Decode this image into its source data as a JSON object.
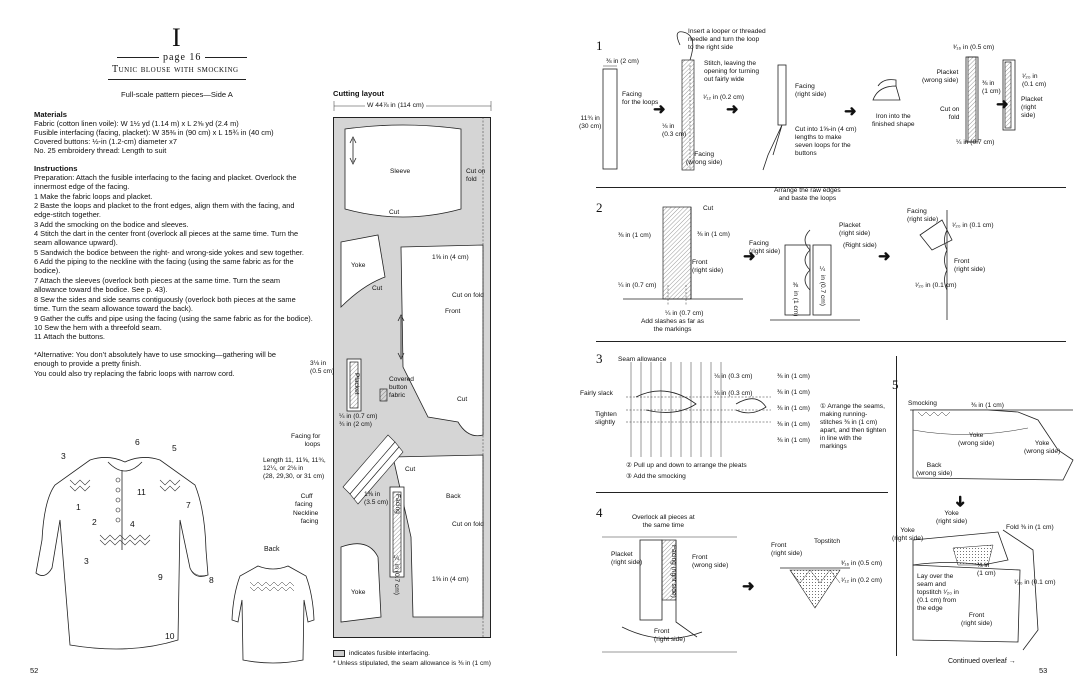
{
  "left_page": {
    "chapter": "I",
    "page_ref": "page 16",
    "title": "Tunic blouse with smocking",
    "subtitle": "Full-scale pattern pieces—Side A",
    "materials_heading": "Materials",
    "materials": [
      "Fabric (cotton linen voile): W 1½ yd (1.14 m) x L 2⅝ yd (2.4 m)",
      "Fusible interfacing (facing, placket): W 35⅜ in (90 cm) x L 15¾ in (40 cm)",
      "Covered buttons: ½-in (1.2-cm) diameter x7",
      "No. 25 embroidery thread: Length to suit"
    ],
    "instructions_heading": "Instructions",
    "preparation": "Preparation: Attach the fusible interfacing to the facing and placket. Overlock the innermost edge of the facing.",
    "steps": [
      "1  Make the fabric loops and placket.",
      "2  Baste the loops and placket to the front edges, align them with the facing, and edge-stitch together.",
      "3  Add the smocking on the bodice and sleeves.",
      "4  Stitch the dart in the center front (overlock all pieces at the same time. Turn the seam allowance upward).",
      "5  Sandwich the bodice between the right- and wrong-side yokes and sew together.",
      "6  Add the piping to the neckline with the facing (using the same fabric as for the bodice).",
      "7  Attach the sleeves (overlock both pieces at the same time. Turn the seam allowance toward the bodice. See p. 43).",
      "8  Sew the sides and side seams contiguously (overlock both pieces at the same time. Turn the seam allowance toward the back).",
      "9  Gather the cuffs and pipe using the facing (using the same fabric as for the bodice).",
      "10 Sew the hem with a threefold seam.",
      "11 Attach the buttons."
    ],
    "alternative": "*Alternative: You don’t absolutely have to use smocking—gathering will be enough to provide a pretty finish.",
    "note": "You could also try replacing the fabric loops with narrow cord.",
    "figure_numbers": [
      "3",
      "6",
      "5",
      "11",
      "1",
      "2",
      "4",
      "7",
      "3",
      "9",
      "8",
      "10"
    ],
    "back_label": "Back",
    "page_number": "52",
    "layout": {
      "heading": "Cutting layout",
      "width_label": "W 44⅞ in (114 cm)",
      "pieces": {
        "sleeve": "Sleeve",
        "cut": "Cut",
        "cut_on_fold": "Cut on fold",
        "yoke": "Yoke",
        "front": "Front",
        "back": "Back",
        "placket": "Placket",
        "facing": "Facing",
        "covered_button_fabric": "Covered button fabric",
        "cut_label": "Cut"
      },
      "dims": {
        "d1": "1⅝ in (4 cm)",
        "d2": "3⅛ in\n(0.5 cm)",
        "d3": "¼ in (0.7 cm)",
        "d4": "¾ in (2 cm)",
        "d5": "1⅜ in\n(3.5 cm)",
        "d6": "1⅝ in (4 cm)",
        "d7": "¼ in (0.7 cm)",
        "d8": "⅜ in\n(0.5 cm)"
      },
      "facing_loops": "Facing for\nloops",
      "loop_lengths": "Length 11, 11⅝, 11¾,\n12¼, or 2⅛ in\n(28, 29,30, or 31 cm)",
      "cuff_facing": "Cuff\nfacing",
      "neckline_facing": "Neckline\nfacing",
      "legend_fusible": "indicates fusible interfacing.",
      "legend_allowance": "* Unless stipulated, the seam allowance is ⅜ in (1 cm)"
    }
  },
  "right_page": {
    "page_number": "53",
    "continued": "Continued overleaf →",
    "step1": {
      "num": "1",
      "labels": [
        "⅜ in (2 cm)",
        "11¾ in\n(30 cm)",
        "Facing\nfor the loops",
        "Insert a looper or threaded\nneedle and turn the loop\nto the right side",
        "Stitch, leaving the\nopening for turning\nout fairly wide",
        "¹⁄₁₂ in (0.2 cm)",
        "⅛ in\n(0.3 cm)",
        "Facing\n(wrong side)",
        "Facing\n(right side)",
        "Cut into 1⅝-in (4 cm)\nlengths to make\nseven loops for the\nbuttons",
        "Iron into the\nfinished shape",
        "³⁄₁₆ in (0.5 cm)",
        "Placket\n(wrong side)",
        "⅜ in\n(1 cm)",
        "Cut on\nfold",
        "¼ in (0.7 cm)",
        "¹⁄₂₀ in\n(0.1 cm)",
        "Placket\n(right\nside)"
      ]
    },
    "step2": {
      "num": "2",
      "labels": [
        "Cut",
        "⅜ in (1 cm)",
        "⅜ in (1 cm)",
        "Front\n(right side)",
        "¼ in (0.7 cm)",
        "¼ in (0.7 cm)",
        "Add slashes as far as\nthe markings",
        "Arrange the raw edges\nand baste the loops",
        "Facing\n(right side)",
        "Placket\n(right side)",
        "(Right side)",
        "⅜ in (1 cm)",
        "¼ in (0.7 cm)",
        "Facing\n(right side)",
        "¹⁄₂₀ in (0.1 cm)",
        "Front\n(right side)",
        "¹⁄₂₀ in (0.1 cm)"
      ]
    },
    "step3": {
      "num": "3",
      "labels": [
        "Seam allowance",
        "Fairly slack",
        "Tighten\nslightly",
        "⅛ in (0.3 cm)",
        "⅛ in (0.3 cm)",
        "⅜ in (1 cm)",
        "⅜ in (1 cm)",
        "⅜ in (1 cm)",
        "⅜ in (1 cm)",
        "⅜ in (1 cm)",
        "① Arrange the seams,\nmaking running-\nstitches ⅜ in (1 cm)\napart, and then tighten\nin line with the\nmarkings",
        "② Pull up and down to arrange the pleats",
        "③ Add the smocking"
      ]
    },
    "step4": {
      "num": "4",
      "labels": [
        "Overlock all pieces at\nthe same time",
        "Placket\n(right side)",
        "Facing (right side)",
        "Front\n(wrong side)",
        "Front\n(right side)",
        "Front\n(right side)",
        "Topstitch",
        "³⁄₁₆ in (0.5 cm)",
        "¹⁄₁₂ in (0.2 cm)"
      ]
    },
    "step5": {
      "num": "5",
      "labels": [
        "Smocking",
        "⅜ in (1 cm)",
        "Yoke\n(wrong side)",
        "Yoke\n(wrong side)",
        "Back\n(wrong side)",
        "Yoke\n(right side)",
        "Yoke\n(right side)",
        "Fold ⅜ in (1 cm)",
        "⅜ in\n(1 cm)",
        "Lay over the\nseam and\ntopstitch ¹⁄₂₀ in\n(0.1 cm) from\nthe edge",
        "Front\n(right side)",
        "¹⁄₂₀ in (0.1 cm)"
      ]
    }
  }
}
